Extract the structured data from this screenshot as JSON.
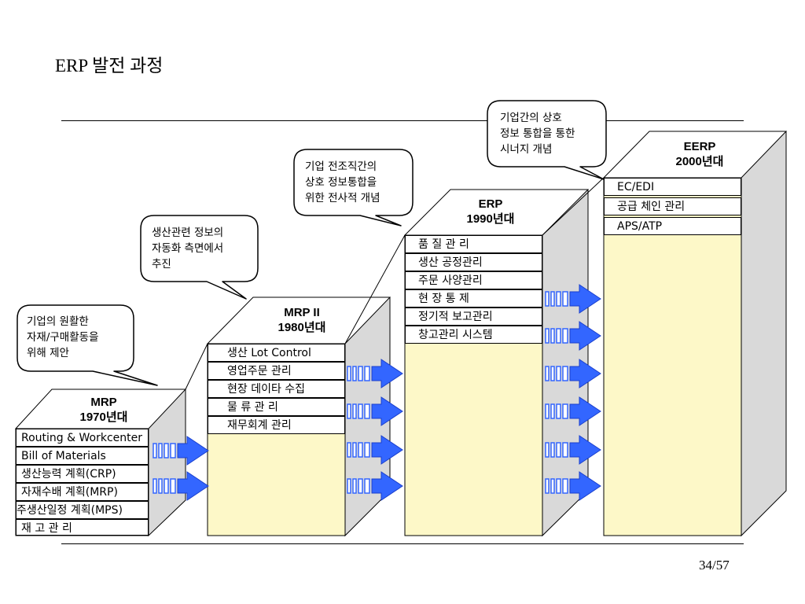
{
  "slide": {
    "title": "ERP 발전 과정",
    "page_number": "34/57"
  },
  "stages": [
    {
      "name": "MRP",
      "era": "1970년대",
      "items": [
        "Routing & Workcenter",
        "Bill of  Materials",
        "생산능력 계획(CRP)",
        "자재수배 계획(MRP)",
        "주생산일정 계획(MPS)",
        "재 고 관 리"
      ]
    },
    {
      "name": "MRP II",
      "era": "1980년대",
      "items": [
        "생산 Lot Control",
        "영업주문 관리",
        "현장 데이타 수집",
        "물 류 관 리",
        "재무회계 관리"
      ]
    },
    {
      "name": "ERP",
      "era": "1990년대",
      "items": [
        "품 질 관 리",
        "생산 공정관리",
        "주문 사양관리",
        "현 장 통 제",
        "정기적 보고관리",
        "창고관리 시스템"
      ]
    },
    {
      "name": "EERP",
      "era": "2000년대",
      "items": [
        "EC/EDI",
        "공급 체인 관리",
        "APS/ATP"
      ]
    }
  ],
  "callouts": [
    {
      "lines": [
        "기업의 원활한",
        "자재/구매활동을",
        "위해 제안"
      ]
    },
    {
      "lines": [
        "생산관련 정보의",
        "자동화 측면에서",
        "추진"
      ]
    },
    {
      "lines": [
        "기업 전조직간의",
        "상호 정보통합을",
        "위한 전사적 개념"
      ]
    },
    {
      "lines": [
        "기업간의 상호",
        "정보 통합을 통한",
        "시너지 개념"
      ]
    }
  ],
  "colors": {
    "box_fill": "#fdf8c8",
    "side_fill": "#d9d9d9",
    "arrow_blue": "#3366ff",
    "line": "#000000"
  }
}
